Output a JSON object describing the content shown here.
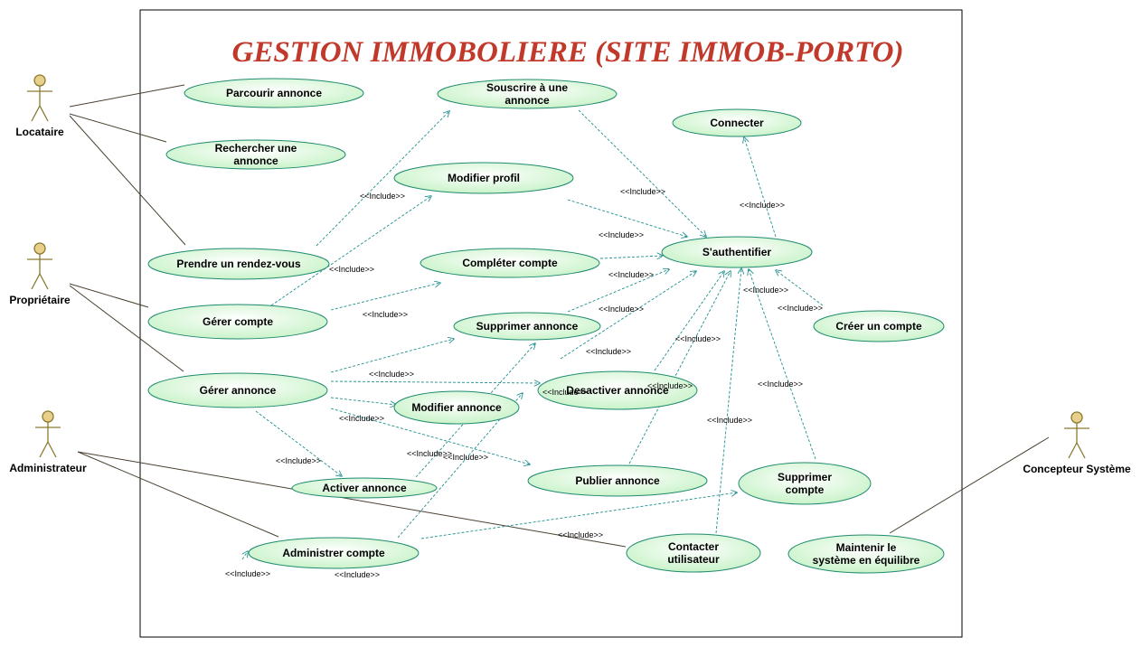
{
  "title": "GESTION IMMOBOLIERE (SITE IMMOB-PORTO)",
  "colors": {
    "title": "#c0392b",
    "usecase_fill_center": "#ffffff",
    "usecase_fill_edge": "#c9f3c9",
    "usecase_stroke": "#1f8a70",
    "include_line": "#1f8f8f",
    "association_line": "#4a4030",
    "actor_head": "#e8d08a",
    "actor_stroke": "#8a7a30",
    "boundary": "#000000"
  },
  "include_label": "<<Include>>",
  "actors": [
    {
      "id": "locataire",
      "label": "Locataire"
    },
    {
      "id": "proprietaire",
      "label": "Propriétaire"
    },
    {
      "id": "administrateur",
      "label": "Administrateur"
    },
    {
      "id": "concepteur",
      "label": "Concepteur Système"
    }
  ],
  "use_cases": [
    {
      "id": "parcourir",
      "lines": [
        "Parcourir annonce"
      ]
    },
    {
      "id": "rechercher",
      "lines": [
        "Rechercher une",
        "annonce"
      ]
    },
    {
      "id": "rdv",
      "lines": [
        "Prendre un rendez-vous"
      ]
    },
    {
      "id": "souscrire",
      "lines": [
        "Souscrire à une",
        "annonce"
      ]
    },
    {
      "id": "modprofil",
      "lines": [
        "Modifier profil"
      ]
    },
    {
      "id": "connecter",
      "lines": [
        "Connecter"
      ]
    },
    {
      "id": "auth",
      "lines": [
        "S'authentifier"
      ]
    },
    {
      "id": "completer",
      "lines": [
        "Compléter compte"
      ]
    },
    {
      "id": "gerercompte",
      "lines": [
        "Gérer compte"
      ]
    },
    {
      "id": "supprannonce",
      "lines": [
        "Supprimer annonce"
      ]
    },
    {
      "id": "creercompte",
      "lines": [
        "Créer un compte"
      ]
    },
    {
      "id": "gererannonce",
      "lines": [
        "Gérer annonce"
      ]
    },
    {
      "id": "desactiver",
      "lines": [
        "Desactiver annonce"
      ]
    },
    {
      "id": "modannonce",
      "lines": [
        "Modifier annonce"
      ]
    },
    {
      "id": "activer",
      "lines": [
        "Activer annonce"
      ]
    },
    {
      "id": "publier",
      "lines": [
        "Publier annonce"
      ]
    },
    {
      "id": "supprcompte",
      "lines": [
        "Supprimer",
        "compte"
      ]
    },
    {
      "id": "admincompte",
      "lines": [
        "Administrer compte"
      ]
    },
    {
      "id": "contacter",
      "lines": [
        "Contacter",
        "utilisateur"
      ]
    },
    {
      "id": "maintenir",
      "lines": [
        "Maintenir le",
        "système en équilibre"
      ]
    }
  ]
}
